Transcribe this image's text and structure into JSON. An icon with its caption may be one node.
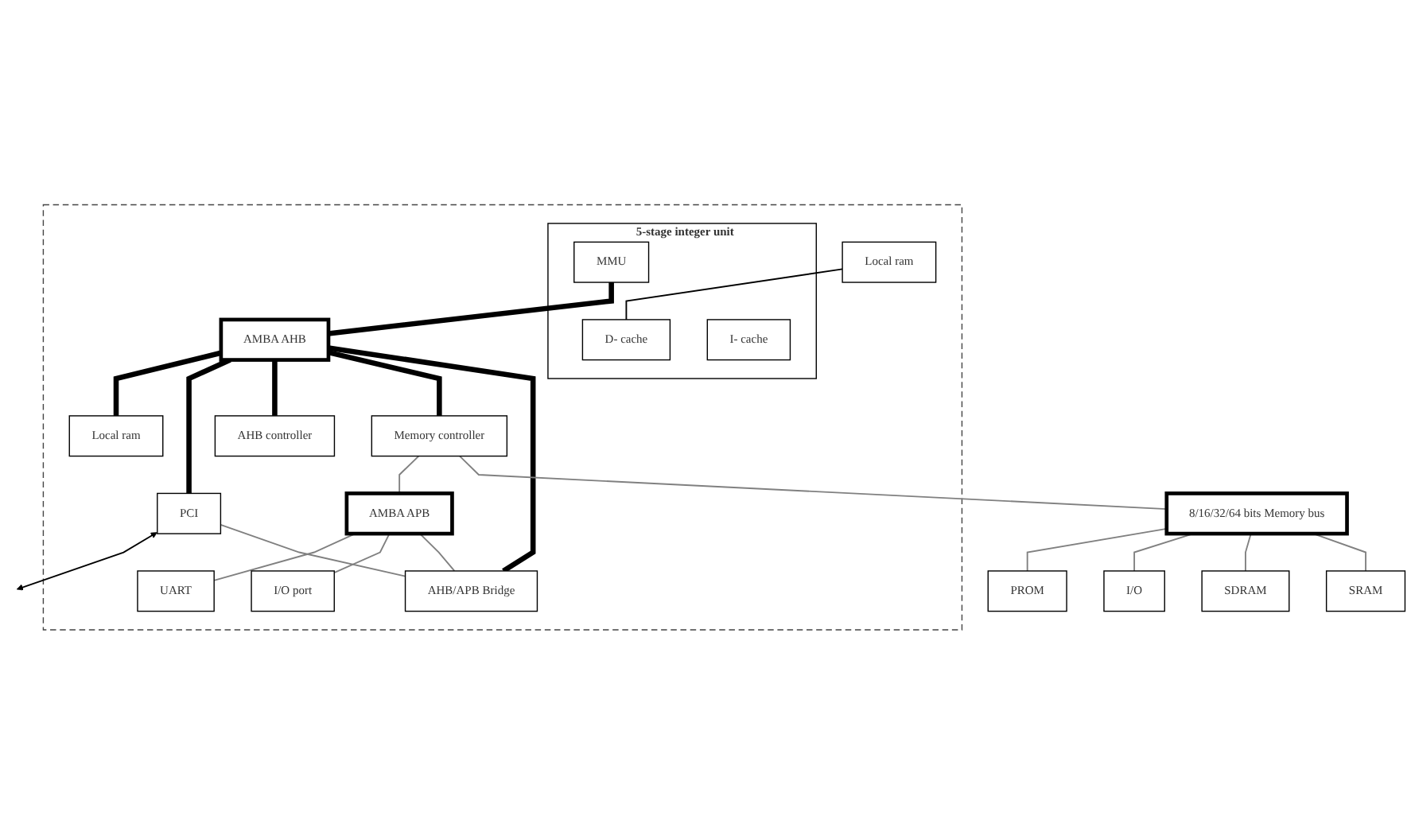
{
  "diagram": {
    "nodes": [
      {
        "text": [],
        "shape": "box"
      },
      {
        "text": [
          "5-stage integer unit"
        ],
        "in": 0
      },
      {
        "text": [
          "D- cache"
        ],
        "in": 1
      },
      {
        "text": [
          "I- cache"
        ],
        "in": 1
      },
      {
        "text": [
          "MMU"
        ],
        "in": 1
      },
      {
        "text": [
          "Local ram"
        ],
        "in": 0
      },
      {
        "text": [
          "Local ram"
        ],
        "in": 0
      },
      {
        "text": [
          "PCI"
        ],
        "in": 0
      },
      {
        "text": [
          "AMBA AHB"
        ],
        "in": 0
      },
      {
        "text": [
          "AHB controller"
        ],
        "in": 0
      },
      {
        "text": [
          "Memory controller"
        ],
        "in": 0
      },
      {
        "text": [
          "AMBA APB"
        ],
        "in": 0
      },
      {
        "text": [
          "UART"
        ],
        "in": 0
      },
      {
        "text": [
          "I/O port"
        ],
        "in": 0
      },
      {
        "text": [
          "AHB/APB Bridge"
        ],
        "in": 0
      },
      {
        "text": [
          "8/16/32/64 bits Memory bus"
        ]
      },
      {
        "text": [
          "PROM"
        ]
      },
      {
        "text": [
          "I/O"
        ]
      },
      {
        "text": [
          "SDRAM"
        ]
      },
      {
        "text": [
          "SRAM"
        ]
      }
    ],
    "edges": [
      {
        "from": 5,
        "to": 2,
        "arrow": "none",
        "color": "#000000"
      },
      {
        "from": 4,
        "to": 8,
        "arrow": "none",
        "style": "thick",
        "color": "#000000"
      },
      {
        "from": 8,
        "to": 6,
        "arrow": "none",
        "style": "thick",
        "color": "#000000"
      },
      {
        "from": 8,
        "to": 7,
        "arrow": "none",
        "style": "thick",
        "color": "#000000"
      },
      {
        "from": 8,
        "to": 9,
        "arrow": "none",
        "style": "thick",
        "color": "#000000"
      },
      {
        "from": 8,
        "to": 10,
        "arrow": "none",
        "style": "thick",
        "color": "#000000"
      },
      {
        "from": 8,
        "to": 14,
        "arrow": "none",
        "style": "thick",
        "color": "#000000"
      },
      {
        "from": 7,
        "to": null,
        "arrow": "both",
        "color": "#000000"
      },
      {
        "from": 7,
        "to": 14,
        "arrow": "none"
      },
      {
        "from": 10,
        "to": 11,
        "arrow": "none"
      },
      {
        "from": 11,
        "to": 12,
        "arrow": "none"
      },
      {
        "from": 11,
        "to": 13,
        "arrow": "none"
      },
      {
        "from": 11,
        "to": 14,
        "arrow": "none"
      },
      {
        "from": 10,
        "to": 15,
        "arrow": "none"
      },
      {
        "from": 15,
        "to": 16,
        "arrow": "none"
      },
      {
        "from": 15,
        "to": 17,
        "arrow": "none"
      },
      {
        "from": 15,
        "to": 18,
        "arrow": "none"
      },
      {
        "from": 15,
        "to": 19,
        "arrow": "none"
      }
    ]
  }
}
